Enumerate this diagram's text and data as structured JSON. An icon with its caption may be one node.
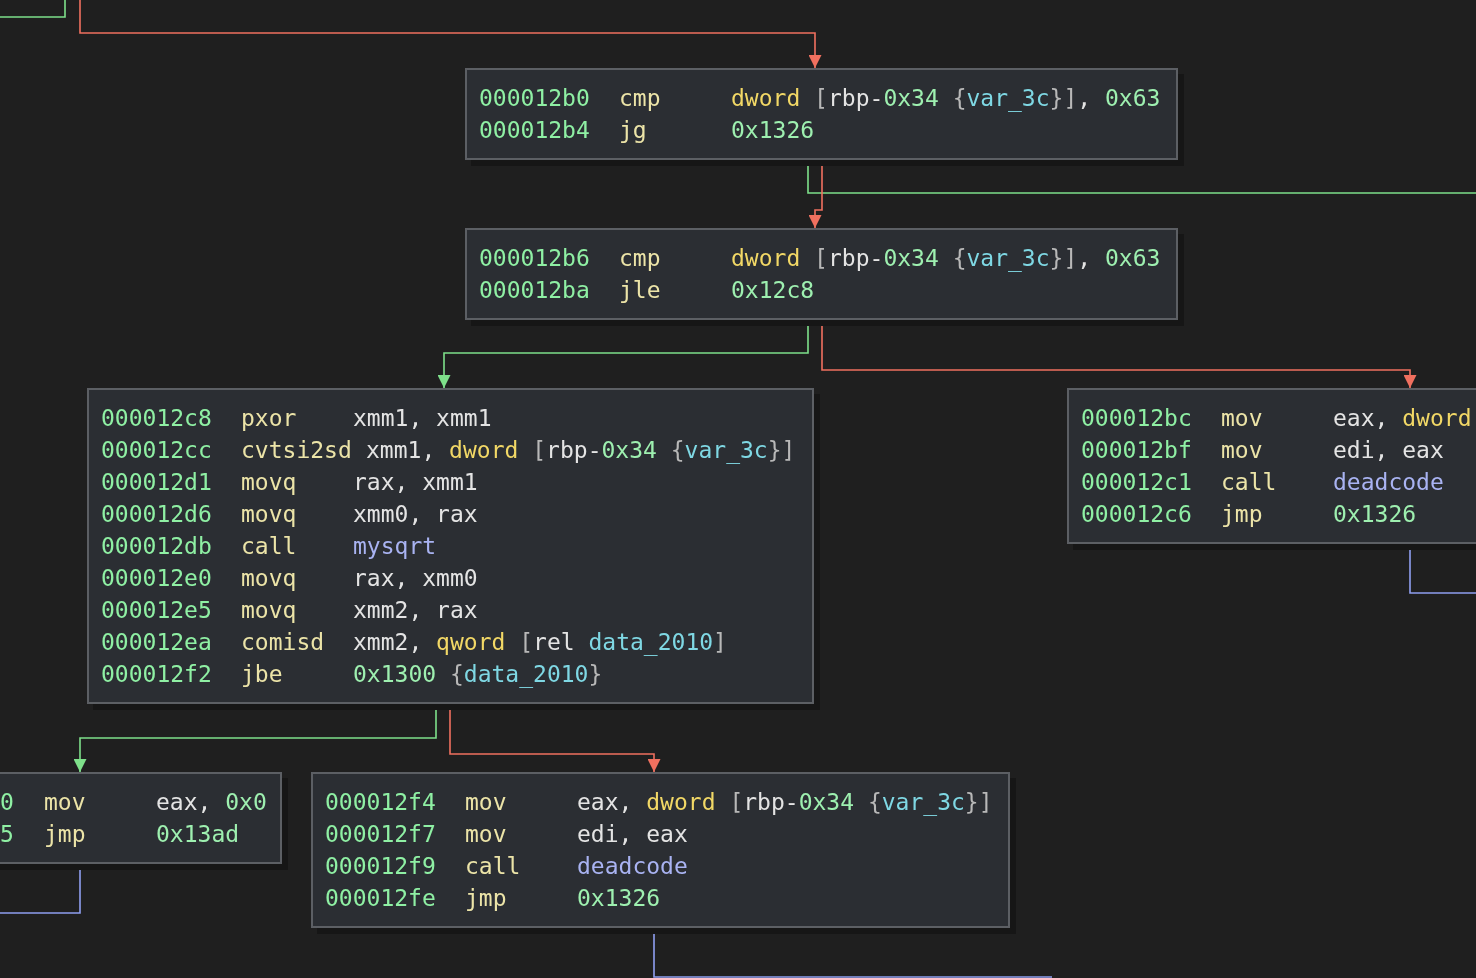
{
  "diagram": {
    "nodes": [
      {
        "text": [
          "000012b0",
          "cmp",
          "dword [rbp-0x34 {var_3c}], 0x63",
          "000012b4",
          "jg",
          "0x1326"
        ]
      },
      {
        "text": [
          "000012b6",
          "cmp",
          "dword [rbp-0x34 {var_3c}], 0x63",
          "000012ba",
          "jle",
          "0x12c8"
        ]
      },
      {
        "text": [
          "000012c8",
          "pxor",
          "xmm1, xmm1",
          "000012cc",
          "cvtsi2sd",
          "xmm1, dword [rbp-0x34 {var_3c}]",
          "000012d1",
          "movq",
          "rax, xmm1",
          "000012d6",
          "movq",
          "xmm0, rax",
          "000012db",
          "call",
          "mysqrt",
          "000012e0",
          "movq",
          "rax, xmm0",
          "000012e5",
          "movq",
          "xmm2, rax",
          "000012ea",
          "comisd",
          "xmm2, qword [rel data_2010]",
          "000012f2",
          "jbe",
          "0x1300  {data_2010}"
        ]
      },
      {
        "text": [
          "000012bc",
          "mov",
          "eax, dword",
          "000012bf",
          "mov",
          "edi, eax",
          "000012c1",
          "call",
          "deadcode",
          "000012c6",
          "jmp",
          "0x1326"
        ]
      },
      {
        "text": [
          "0",
          "mov",
          "eax, 0x0",
          "5",
          "jmp",
          "0x13ad"
        ]
      },
      {
        "text": [
          "000012f4",
          "mov",
          "eax, dword [rbp-0x34 {var_3c}]",
          "000012f7",
          "mov",
          "edi, eax",
          "000012f9",
          "call",
          "deadcode",
          "000012fe",
          "jmp",
          "0x1326"
        ]
      }
    ],
    "edges": [
      {
        "from": null,
        "to": 0,
        "arrow": "to",
        "color": "#f0705f"
      },
      {
        "from": 0,
        "to": null,
        "arrow": "none",
        "color": "#7ee08a"
      },
      {
        "from": 0,
        "to": 1,
        "arrow": "to",
        "color": "#f0705f"
      },
      {
        "from": 1,
        "to": 2,
        "arrow": "to",
        "color": "#7ee08a"
      },
      {
        "from": 1,
        "to": 3,
        "arrow": "to",
        "color": "#f0705f"
      },
      {
        "from": 2,
        "to": 4,
        "arrow": "to",
        "color": "#7ee08a"
      },
      {
        "from": 2,
        "to": 5,
        "arrow": "to",
        "color": "#f0705f"
      },
      {
        "from": 3,
        "to": null,
        "arrow": "none",
        "color": "#8f9ff0"
      },
      {
        "from": 4,
        "to": null,
        "arrow": "none",
        "color": "#8f9ff0"
      },
      {
        "from": 5,
        "to": null,
        "arrow": "none",
        "color": "#8f9ff0"
      }
    ]
  }
}
